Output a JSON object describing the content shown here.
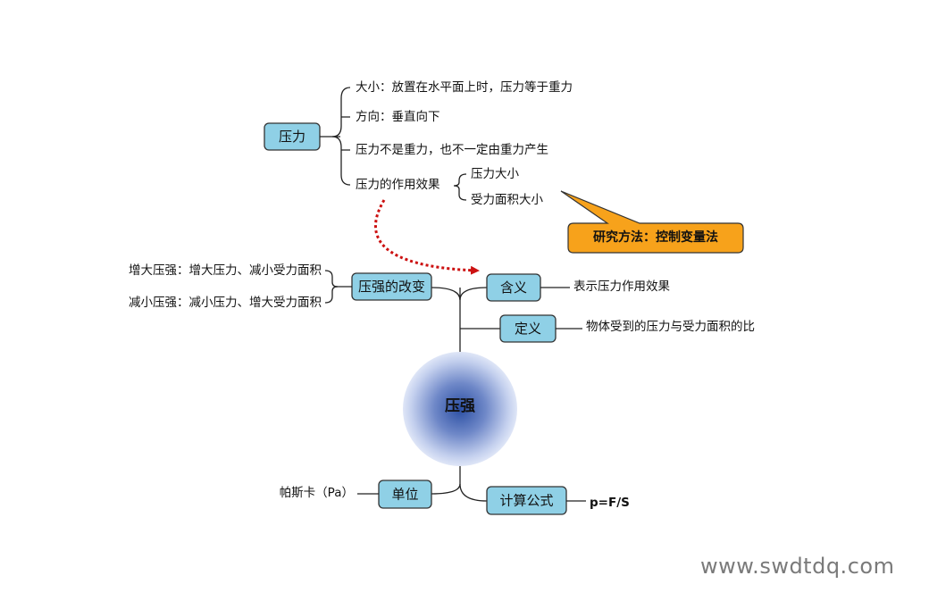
{
  "pressure_force": {
    "title": "压力",
    "size": "大小：放置在水平面上时，压力等于重力",
    "direction": "方向：垂直向下",
    "not_gravity": "压力不是重力，也不一定由重力产生",
    "effect": "压力的作用效果",
    "effect_factors": [
      "压力大小",
      "受力面积大小"
    ]
  },
  "callout": {
    "text": "研究方法：控制变量法",
    "color": "#f7a21b"
  },
  "change": {
    "title": "压强的改变",
    "increase": "增大压强：增大压力、减小受力面积",
    "decrease": "减小压强：减小压力、增大受力面积"
  },
  "meaning": {
    "title": "含义",
    "text": "表示压力作用效果"
  },
  "definition": {
    "title": "定义",
    "text": "物体受到的压力与受力面积的比"
  },
  "center": {
    "title": "压强"
  },
  "unit": {
    "title": "单位",
    "text": "帕斯卡（Pa）"
  },
  "formula": {
    "title": "计算公式",
    "text": "p=F/S"
  },
  "colors": {
    "node_fill": "#8fd0e6",
    "arrow": "#cc1111",
    "center_core": "#2b4fa3"
  },
  "watermark": "www.swdtdq.com"
}
